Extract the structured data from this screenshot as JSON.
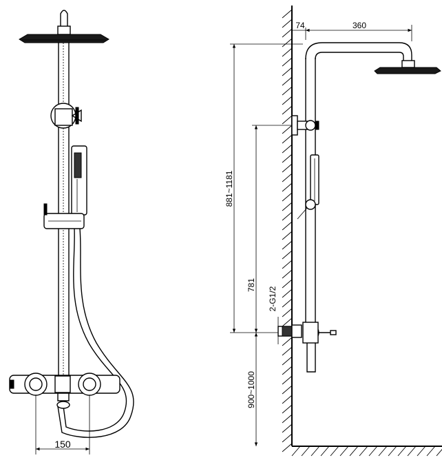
{
  "front_view": {
    "width_dim": "150"
  },
  "side_view": {
    "dim_offset": "74",
    "dim_arm": "360",
    "dim_height_range": "881~1181",
    "dim_bracket": "781",
    "dim_inlet": "2-G1/2",
    "dim_floor": "900~1000"
  }
}
